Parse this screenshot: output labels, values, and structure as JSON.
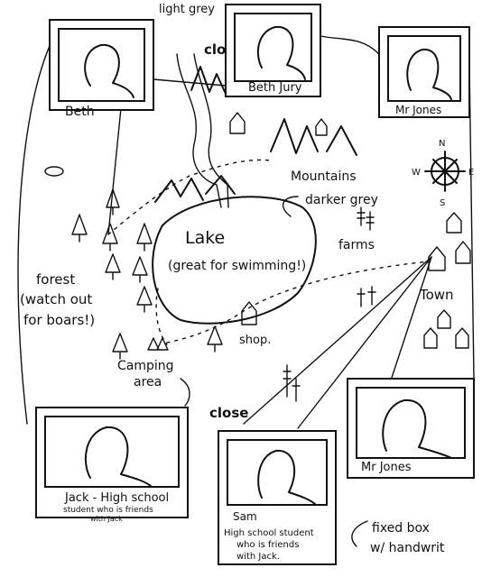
{
  "labels": {
    "light_grey": "light grey",
    "close": "close",
    "mountains": "Mountains",
    "darker_grey": "darker grey",
    "farms": "farms",
    "lake_title": "Lake",
    "lake_note": "(great for swimming!)",
    "forest": "forest",
    "forest_note_1": "(watch out",
    "forest_note_2": "for boars!)",
    "camping_1": "Camping",
    "camping_2": "area",
    "shop": "shop.",
    "town": "Town",
    "close_2": "close",
    "fixed_box_1": "fixed box",
    "fixed_box_2": "w/ handwrit"
  },
  "compass": {
    "n": "N",
    "e": "E",
    "s": "S",
    "w": "W"
  },
  "portraits": {
    "beth_top_left": {
      "caption": "Beth"
    },
    "beth_top_center": {
      "caption": "Beth Jury"
    },
    "mr_jones_top_right": {
      "caption": "Mr Jones"
    },
    "jack": {
      "caption_main": "Jack - High school",
      "caption_line2": "student who is friends",
      "caption_line3": "with Jack"
    },
    "sam": {
      "caption_name": "Sam",
      "caption_line1": "High school student",
      "caption_line2": "who is friends",
      "caption_line3": "with Jack."
    },
    "mr_jones_bottom_right": {
      "caption": "Mr Jones"
    }
  },
  "colors": {
    "ink": "#111111",
    "paper": "#ffffff"
  }
}
